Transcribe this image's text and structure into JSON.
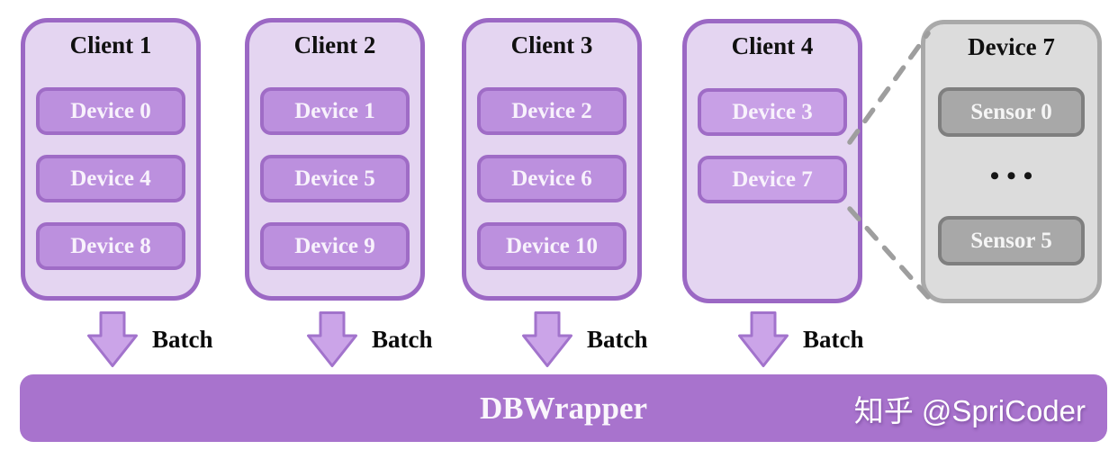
{
  "colors": {
    "client_fill": "#e4d5f1",
    "client_border": "#9b68c4",
    "device_fill": "#bc90de",
    "device_fill_light": "#c8a0e6",
    "device_border": "#9f6cc6",
    "device_text": "#f8f2fc",
    "gray_fill": "#dcdcdc",
    "gray_border": "#a9a9a9",
    "sensor_fill": "#a8a8a8",
    "sensor_border": "#7f7f7f",
    "sensor_text": "#f5f5f5",
    "arrow_fill": "#cba4e8",
    "arrow_border": "#a273cc",
    "bar_fill": "#a873cd",
    "bar_text": "#faf6fc",
    "dash_line": "#9e9e9e"
  },
  "clients": [
    {
      "title": "Client 1",
      "devices": [
        "Device 0",
        "Device 4",
        "Device 8"
      ]
    },
    {
      "title": "Client 2",
      "devices": [
        "Device 1",
        "Device 5",
        "Device 9"
      ]
    },
    {
      "title": "Client 3",
      "devices": [
        "Device 2",
        "Device 6",
        "Device 10"
      ]
    },
    {
      "title": "Client 4",
      "devices": [
        "Device 3",
        "Device 7"
      ]
    }
  ],
  "device_detail": {
    "title": "Device 7",
    "sensors": [
      "Sensor 0",
      "Sensor 5"
    ],
    "ellipsis": "•••"
  },
  "batch_label": "Batch",
  "dbwrapper_label": "DBWrapper",
  "watermark": "知乎 @SpriCoder"
}
